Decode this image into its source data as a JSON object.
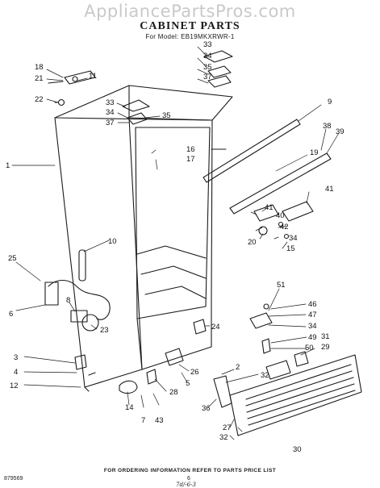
{
  "watermark": "AppliancePartsPros.com",
  "title": "CABINET PARTS",
  "model": "For Model: EB19MKXRWR-1",
  "footer": {
    "info": "FOR ORDERING INFORMATION REFER TO PARTS PRICE LIST",
    "code": "879569",
    "page": "6",
    "handwritten": "7d/-6-3"
  },
  "callouts": [
    {
      "id": "c33a",
      "text": "33"
    },
    {
      "id": "c34a",
      "text": "34"
    },
    {
      "id": "c35a",
      "text": "35"
    },
    {
      "id": "c37a",
      "text": "37"
    },
    {
      "id": "c18",
      "text": "18"
    },
    {
      "id": "c21",
      "text": "21"
    },
    {
      "id": "c11",
      "text": "11"
    },
    {
      "id": "c22",
      "text": "22"
    },
    {
      "id": "c33b",
      "text": "33"
    },
    {
      "id": "c34b",
      "text": "34"
    },
    {
      "id": "c37b",
      "text": "37"
    },
    {
      "id": "c35b",
      "text": "35"
    },
    {
      "id": "c9",
      "text": "9"
    },
    {
      "id": "c38",
      "text": "38"
    },
    {
      "id": "c39",
      "text": "39"
    },
    {
      "id": "c16",
      "text": "16"
    },
    {
      "id": "c17",
      "text": "17"
    },
    {
      "id": "c1",
      "text": "1"
    },
    {
      "id": "c19",
      "text": "19"
    },
    {
      "id": "c41a",
      "text": "41"
    },
    {
      "id": "c41b",
      "text": "41"
    },
    {
      "id": "c40",
      "text": "40"
    },
    {
      "id": "c42",
      "text": "42"
    },
    {
      "id": "c34c",
      "text": "34"
    },
    {
      "id": "c20",
      "text": "20"
    },
    {
      "id": "c15",
      "text": "15"
    },
    {
      "id": "c10",
      "text": "10"
    },
    {
      "id": "c25",
      "text": "25"
    },
    {
      "id": "c8",
      "text": "8"
    },
    {
      "id": "c23",
      "text": "23"
    },
    {
      "id": "c6",
      "text": "6"
    },
    {
      "id": "c51",
      "text": "51"
    },
    {
      "id": "c46",
      "text": "46"
    },
    {
      "id": "c47",
      "text": "47"
    },
    {
      "id": "c34d",
      "text": "34"
    },
    {
      "id": "c49",
      "text": "49"
    },
    {
      "id": "c50",
      "text": "50"
    },
    {
      "id": "c31",
      "text": "31"
    },
    {
      "id": "c29",
      "text": "29"
    },
    {
      "id": "c24",
      "text": "24"
    },
    {
      "id": "c3",
      "text": "3"
    },
    {
      "id": "c4",
      "text": "4"
    },
    {
      "id": "c12",
      "text": "12"
    },
    {
      "id": "c2",
      "text": "2"
    },
    {
      "id": "c32a",
      "text": "32"
    },
    {
      "id": "c26",
      "text": "26"
    },
    {
      "id": "c5",
      "text": "5"
    },
    {
      "id": "c28",
      "text": "28"
    },
    {
      "id": "c14",
      "text": "14"
    },
    {
      "id": "c7",
      "text": "7"
    },
    {
      "id": "c43",
      "text": "43"
    },
    {
      "id": "c36",
      "text": "36"
    },
    {
      "id": "c30",
      "text": "30"
    },
    {
      "id": "c27",
      "text": "27"
    },
    {
      "id": "c32b",
      "text": "32"
    }
  ]
}
